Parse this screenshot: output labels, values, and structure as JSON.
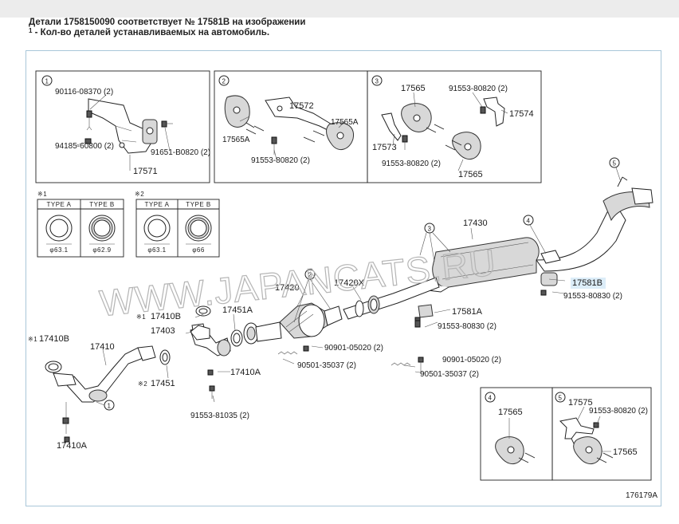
{
  "header": {
    "line1": "Детали 1758150090 соответствует № 17581B на изображении",
    "footnote_mark": "1",
    "line2": " - Кол-во деталей устанавливаемых на автомобиль."
  },
  "watermark": "WWW.JAPANCATS.RU",
  "figure_code": "176179A",
  "insets": {
    "box1": {
      "num": "1",
      "parts": [
        "90116-08370 (2)",
        "94185-60800 (2)",
        "91651-B0820 (2)",
        "17571"
      ]
    },
    "box2": {
      "num": "2",
      "parts": [
        "17572",
        "17565A",
        "17565A",
        "91553-80820 (2)"
      ]
    },
    "box3": {
      "num": "3",
      "parts": [
        "17565",
        "91553-80820 (2)",
        "17574",
        "17573",
        "91553-80820 (2)",
        "17565"
      ]
    },
    "box4": {
      "num": "4",
      "parts": [
        "17565"
      ]
    },
    "box5": {
      "num": "5",
      "parts": [
        "17575",
        "91553-80820 (2)",
        "17565"
      ]
    }
  },
  "gasket_types": {
    "g1": {
      "mark": "※1",
      "type_a": "TYPE A",
      "type_b": "TYPE B",
      "dim_a": "φ63.1",
      "dim_b": "φ62.9"
    },
    "g2": {
      "mark": "※2",
      "type_a": "TYPE A",
      "type_b": "TYPE B",
      "dim_a": "φ63.1",
      "dim_b": "φ66"
    }
  },
  "main_labels": {
    "p17430": "17430",
    "p17581b": "17581B",
    "p91553_80830_a": "91553-80830 (2)",
    "p17420": "17420",
    "p17420x": "17420X",
    "p17581a": "17581A",
    "p91553_80830_b": "91553-80830 (2)",
    "p17410b_1": "17410B",
    "p17403": "17403",
    "p17451a": "17451A",
    "p90901_a": "90901-05020 (2)",
    "p90501_a": "90501-35037 (2)",
    "p90901_b": "90901-05020 (2)",
    "p90501_b": "90501-35037 (2)",
    "p17410b_2": "17410B",
    "p17410": "17410",
    "p17451": "17451",
    "p17410a_1": "17410A",
    "p91553_81035": "91553-81035 (2)",
    "p17410a_2": "17410A",
    "mark1": "※1",
    "mark2": "※2",
    "mark1b": "※1",
    "callout1": "1",
    "callout2": "2",
    "callout3": "3",
    "callout4": "4",
    "callout5": "5"
  }
}
